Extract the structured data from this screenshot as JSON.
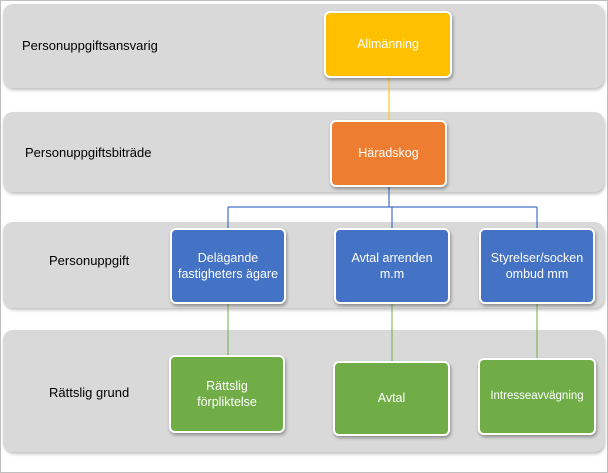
{
  "rows": {
    "r1": "Personuppgiftsansvarig",
    "r2": "Personuppgiftsbiträde",
    "r3": "Personuppgift",
    "r4": "Rättslig grund"
  },
  "nodes": {
    "allmanning": "Allmänning",
    "haradskog": "Häradskog",
    "delagande": "Delägande fastigheters ägare",
    "avtal_arrenden": "Avtal arrenden m.m",
    "styrelser": "Styrelser/socken ombud mm",
    "rattslig": "Rättslig förpliktelse",
    "avtal": "Avtal",
    "intresse": "Intresseavvägning"
  },
  "colors": {
    "yellow": "#ffc000",
    "orange": "#ed7d31",
    "blue": "#4472c4",
    "green": "#70ad47",
    "band": "#d9d9d9"
  }
}
